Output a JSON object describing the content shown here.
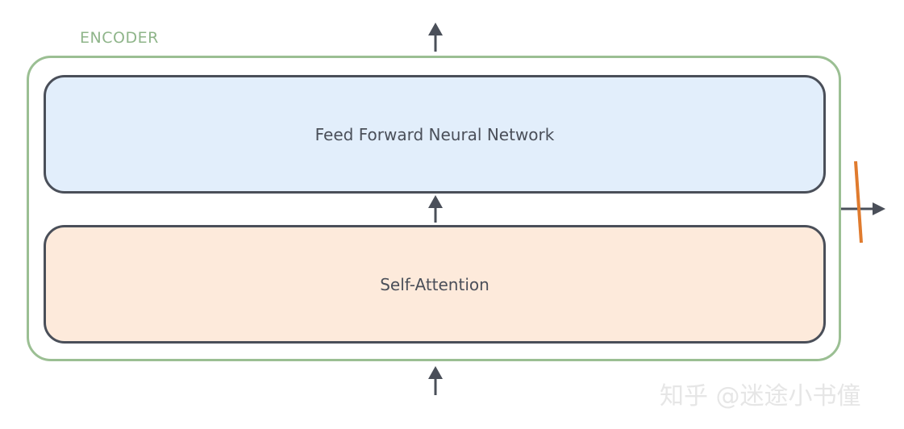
{
  "encoder": {
    "title": "ENCODER",
    "layers": {
      "feed_forward": "Feed Forward Neural Network",
      "self_attention": "Self-Attention"
    }
  },
  "watermark": "知乎 @迷途小书僮",
  "colors": {
    "encoder_border": "#9bbf93",
    "layer_border": "#4a4f59",
    "feed_forward_fill": "#e2eefb",
    "self_attention_fill": "#fdeadb",
    "arrow": "#4a4f59",
    "slash": "#e07b2e"
  }
}
